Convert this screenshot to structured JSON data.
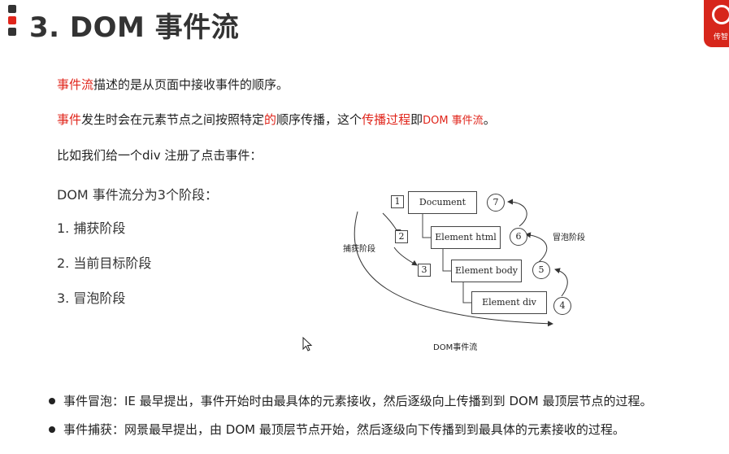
{
  "header": {
    "title": "3. DOM 事件流",
    "logo_text": "传智"
  },
  "para1": {
    "highlight": "事件流",
    "rest": "描述的是从页面中接收事件的顺序。"
  },
  "para2": {
    "p1": "事件",
    "p2": "发生时会在元素节点之间按照特定",
    "p3": "的",
    "p4": "顺序传播，这个",
    "p5": "传播过程",
    "p6": "即",
    "p7": "DOM 事件流",
    "p8": "。"
  },
  "para3": {
    "text": "比如我们给一个div 注册了点击事件："
  },
  "phases": {
    "lead": "DOM 事件流分为3个阶段：",
    "items": [
      "1. 捕获阶段",
      "2. 当前目标阶段",
      "3. 冒泡阶段"
    ]
  },
  "diagram": {
    "boxes": [
      "Document",
      "Element html",
      "Element body",
      "Element div"
    ],
    "capture_numbers": [
      "1",
      "2",
      "3"
    ],
    "bubble_numbers": [
      "4",
      "5",
      "6",
      "7"
    ],
    "capture_label": "捕获阶段",
    "bubble_label": "冒泡阶段",
    "caption": "DOM事件流"
  },
  "bullets": [
    "事件冒泡：IE 最早提出，事件开始时由最具体的元素接收，然后逐级向上传播到到 DOM 最顶层节点的过程。",
    "事件捕获：网景最早提出，由 DOM 最顶层节点开始，然后逐级向下传播到到最具体的元素接收的过程。"
  ]
}
